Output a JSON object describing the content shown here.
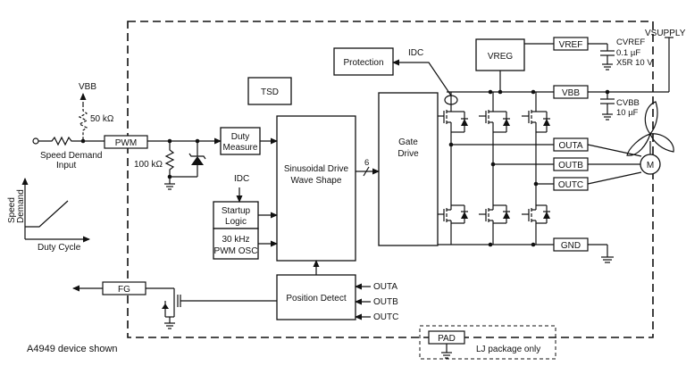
{
  "labels": {
    "vsupply": "VSUPPLY",
    "vbb_top": "VBB",
    "r50k": "50 kΩ",
    "speed_demand_input": [
      "Speed Demand",
      "Input"
    ],
    "pwm": "PWM",
    "r100k": "100 kΩ",
    "duty_measure": [
      "Duty",
      "Measure"
    ],
    "tsd": "TSD",
    "protection": "Protection",
    "idc": "IDC",
    "sine_drive": [
      "Sinusoidal Drive",
      "Wave Shape"
    ],
    "bus_width": "6",
    "gate_drive": [
      "Gate",
      "Drive"
    ],
    "vreg": "VREG",
    "startup_logic": [
      "Startup",
      "Logic"
    ],
    "osc": [
      "30 kHz",
      "PWM OSC"
    ],
    "position_detect": "Position Detect",
    "fg": "FG",
    "pad": "PAD",
    "lj_package": "LJ package only",
    "device_note": "A4949 device shown",
    "motor": "M",
    "graph_ylabel": [
      "Speed",
      "Demand"
    ],
    "graph_xlabel": "Duty Cycle"
  },
  "pins": {
    "vref": "VREF",
    "vbb": "VBB",
    "outa": "OUTA",
    "outb": "OUTB",
    "outc": "OUTC",
    "gnd": "GND"
  },
  "pd_inputs": [
    "OUTA",
    "OUTB",
    "OUTC"
  ],
  "caps": {
    "cvref": {
      "name": "CVREF",
      "value": "0.1 µF",
      "rating": "X5R 10 V"
    },
    "cvbb": {
      "name": "CVBB",
      "value": "10 µF"
    }
  }
}
